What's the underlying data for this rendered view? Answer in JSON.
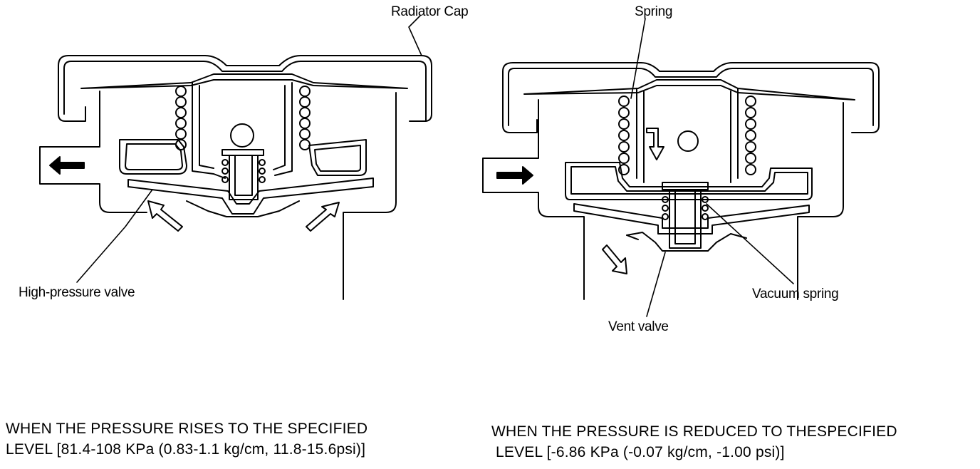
{
  "labels": {
    "radiator_cap": "Radiator Cap",
    "spring": "Spring",
    "high_pressure_valve": "High-pressure valve",
    "vacuum_spring": "Vacuum spring",
    "vent_valve": "Vent valve"
  },
  "captions": {
    "left_line1": "WHEN THE PRESSURE RISES TO THE SPECIFIED",
    "left_line2": "LEVEL [81.4-108 KPa (0.83-1.1 kg/cm, 11.8-15.6psi)]",
    "right_line1": "WHEN THE PRESSURE IS REDUCED TO THESPECIFIED",
    "right_line2": "LEVEL [-6.86 KPa (-0.07 kg/cm, -1.00 psi)]"
  }
}
